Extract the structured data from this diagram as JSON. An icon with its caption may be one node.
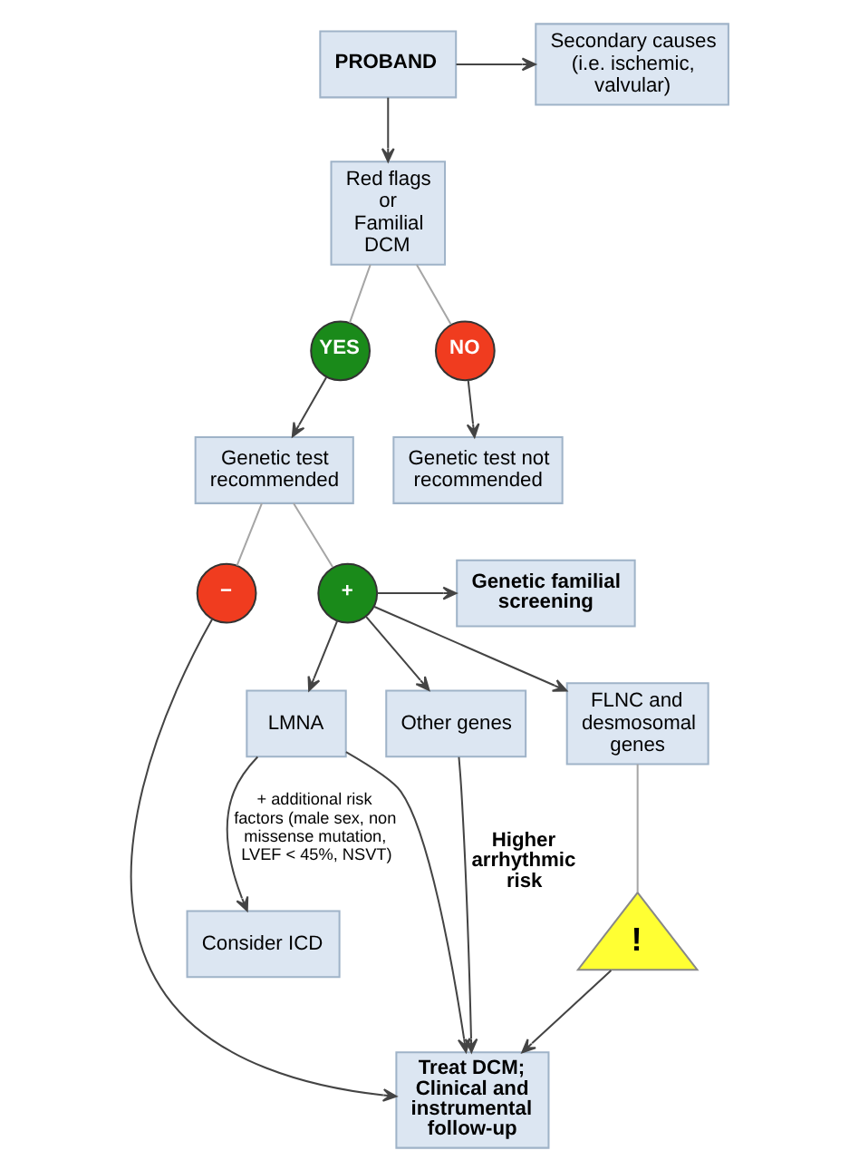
{
  "diagram": {
    "nodes": [
      {
        "text": [
          "PROBAND"
        ]
      },
      {
        "text": [
          "Secondary causes (i.e. ischemic, valvular)"
        ]
      },
      {
        "text": [
          "Red flags or Familial DCM"
        ]
      },
      {
        "text": [
          "YES"
        ]
      },
      {
        "text": [
          "NO"
        ]
      },
      {
        "text": [
          "Genetic test recommended"
        ]
      },
      {
        "text": [
          "Genetic test not recommended"
        ]
      },
      {
        "text": [
          "−"
        ]
      },
      {
        "text": [
          "+"
        ]
      },
      {
        "text": [
          "Genetic familial screening"
        ]
      },
      {
        "text": [
          "LMNA"
        ]
      },
      {
        "text": [
          "Other genes"
        ]
      },
      {
        "text": [
          "FLNC and desmosomal genes"
        ]
      },
      {
        "text": [
          "Consider ICD"
        ]
      },
      {
        "text": [
          "Treat DCM; Clinical and instrumental follow-up"
        ]
      },
      {
        "text": [
          "!"
        ],
        "beside": [
          "Higher arrhythmic risk"
        ]
      }
    ],
    "edges": [
      {
        "from": 0,
        "to": 1,
        "arrow": "to"
      },
      {
        "from": 0,
        "to": 2,
        "arrow": "to"
      },
      {
        "from": 2,
        "to": 3,
        "arrow": "none",
        "color": "#a6a6a6"
      },
      {
        "from": 2,
        "to": 4,
        "arrow": "none",
        "color": "#a6a6a6"
      },
      {
        "from": 3,
        "to": 5,
        "arrow": "to"
      },
      {
        "from": 4,
        "to": 6,
        "arrow": "to"
      },
      {
        "from": 5,
        "to": 7,
        "arrow": "none",
        "color": "#a6a6a6"
      },
      {
        "from": 5,
        "to": 8,
        "arrow": "none",
        "color": "#a6a6a6"
      },
      {
        "from": 8,
        "to": 9,
        "arrow": "to"
      },
      {
        "from": 8,
        "to": 10,
        "arrow": "to"
      },
      {
        "from": 8,
        "to": 11,
        "arrow": "to"
      },
      {
        "from": 8,
        "to": 12,
        "arrow": "to"
      },
      {
        "from": 10,
        "to": 13,
        "arrow": "to",
        "label": "+ additional risk factors (male sex, non missense mutation, LVEF < 45%, NSVT)"
      },
      {
        "from": 10,
        "to": 14,
        "arrow": "to"
      },
      {
        "from": 11,
        "to": 14,
        "arrow": "to"
      },
      {
        "from": 7,
        "to": 14,
        "arrow": "to"
      },
      {
        "from": 12,
        "to": 15,
        "arrow": "none",
        "color": "#a6a6a6"
      },
      {
        "from": 15,
        "to": 14,
        "arrow": "to"
      }
    ]
  }
}
